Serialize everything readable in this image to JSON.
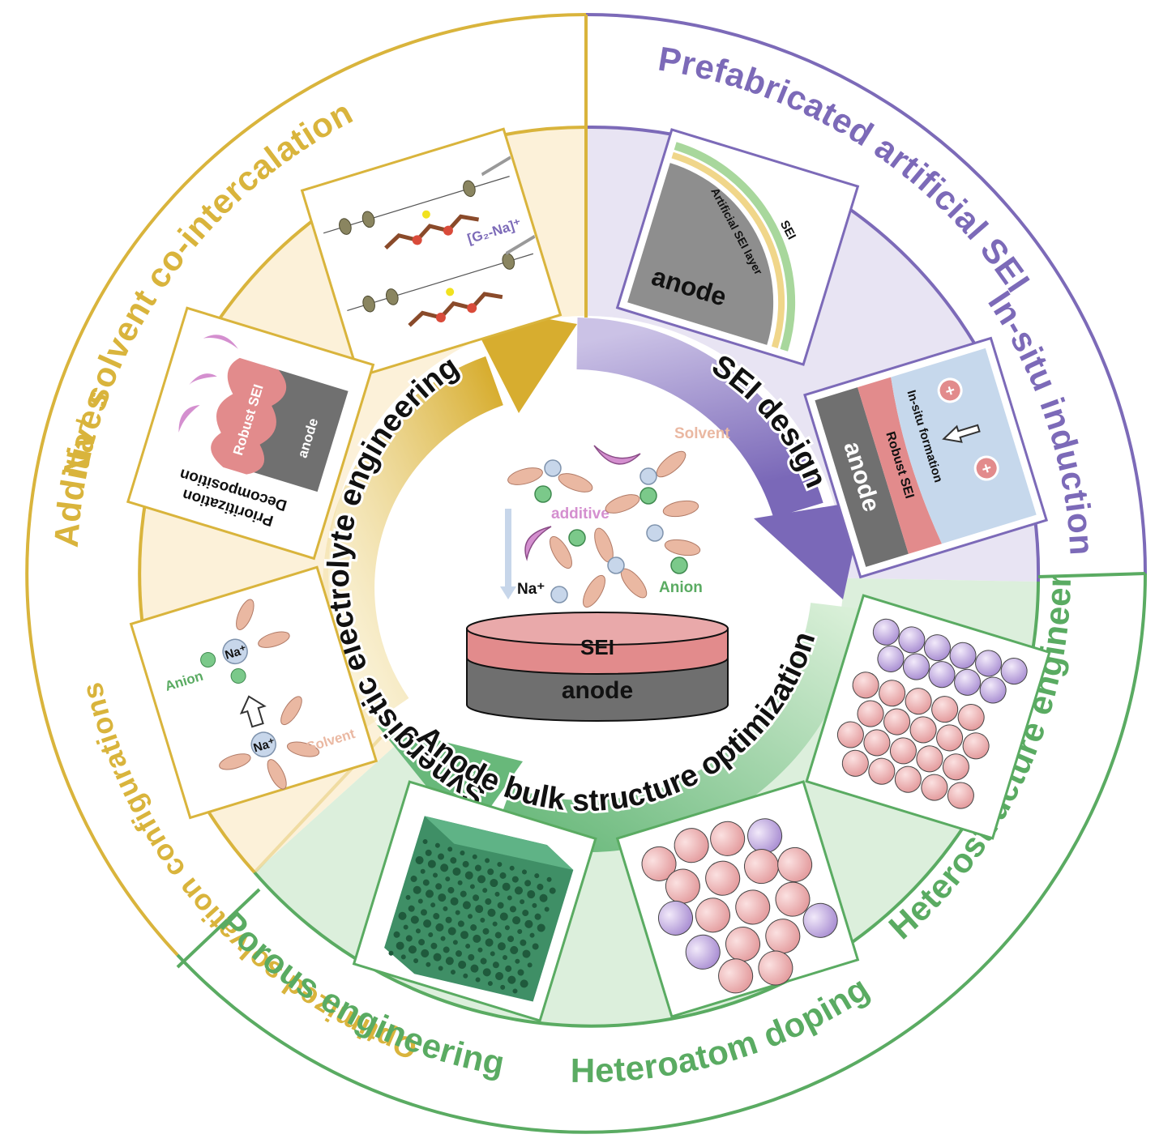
{
  "colors": {
    "electrolyte": "#d9b43c",
    "electrolyte_fill": "#fcf1d9",
    "sei": "#7c6ab8",
    "sei_fill": "#e8e4f3",
    "bulk": "#5aab62",
    "bulk_fill": "#dcefdc",
    "solvent": "#eab8a2",
    "anion": "#7bc98a",
    "na_ion": "#c7d6ea",
    "additive": "#d48fcf",
    "sei_layer": "#e28b8c",
    "anode": "#6f6f6f"
  },
  "outer_ring": {
    "electrolyte": {
      "solvent_cointercalation": "Na⁺ solvent co-intercalation",
      "additives": "Additives",
      "solvation": "Optimized solvation configurations"
    },
    "sei": {
      "prefabricated": "Prefabricated artificial SEI",
      "insitu": "In-situ induction of SEI"
    },
    "bulk": {
      "heterostructure": "Heterostructure engineering",
      "heteroatom": "Heteroatom doping",
      "porous": "Porous engineering"
    }
  },
  "arrows": {
    "electrolyte": "Synergistic electrolyte engineering",
    "sei": "SEI design",
    "bulk": "Anode bulk structure optimization"
  },
  "center": {
    "solvent": "Solvent",
    "additive": "additive",
    "na": "Na⁺",
    "anion": "Anion",
    "sei": "SEI",
    "anode": "anode"
  },
  "panels": {
    "cointercalation": {
      "label": "[G₂-Na]⁺"
    },
    "additives": {
      "robust_sei": "Robust SEI",
      "anode": "anode",
      "line1": "Prioritization",
      "line2": "Decomposition"
    },
    "solvation": {
      "na": "Na⁺",
      "anion": "Anion",
      "solvent": "Solvent"
    },
    "artificial": {
      "anode": "anode",
      "layer": "Artificial SEI layer",
      "sei": "SEI"
    },
    "insitu": {
      "formation": "In-situ formation",
      "robust_sei": "Robust SEI",
      "anode": "anode",
      "plus": "+"
    }
  }
}
